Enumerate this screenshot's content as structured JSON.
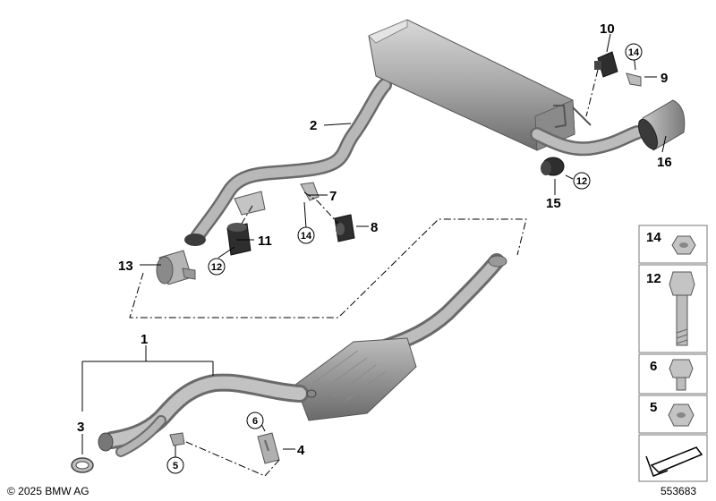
{
  "callouts": {
    "c1": "1",
    "c2": "2",
    "c3": "3",
    "c4": "4",
    "c5": "5",
    "c6": "6",
    "c7": "7",
    "c8": "8",
    "c9": "9",
    "c10": "10",
    "c11": "11",
    "c12a": "12",
    "c12b": "12",
    "c13": "13",
    "c14a": "14",
    "c14b": "14",
    "c15": "15",
    "c16": "16"
  },
  "legend": {
    "n14": "14",
    "n12": "12",
    "n6": "6",
    "n5": "5"
  },
  "footer": {
    "copyright": "© 2025 BMW AG",
    "diagram_number": "553683"
  },
  "colors": {
    "metal_light": "#c9c9c9",
    "metal_mid": "#9d9d9d",
    "metal_dark": "#5e5e5e",
    "rubber": "#2e2e2e",
    "line": "#000000"
  }
}
